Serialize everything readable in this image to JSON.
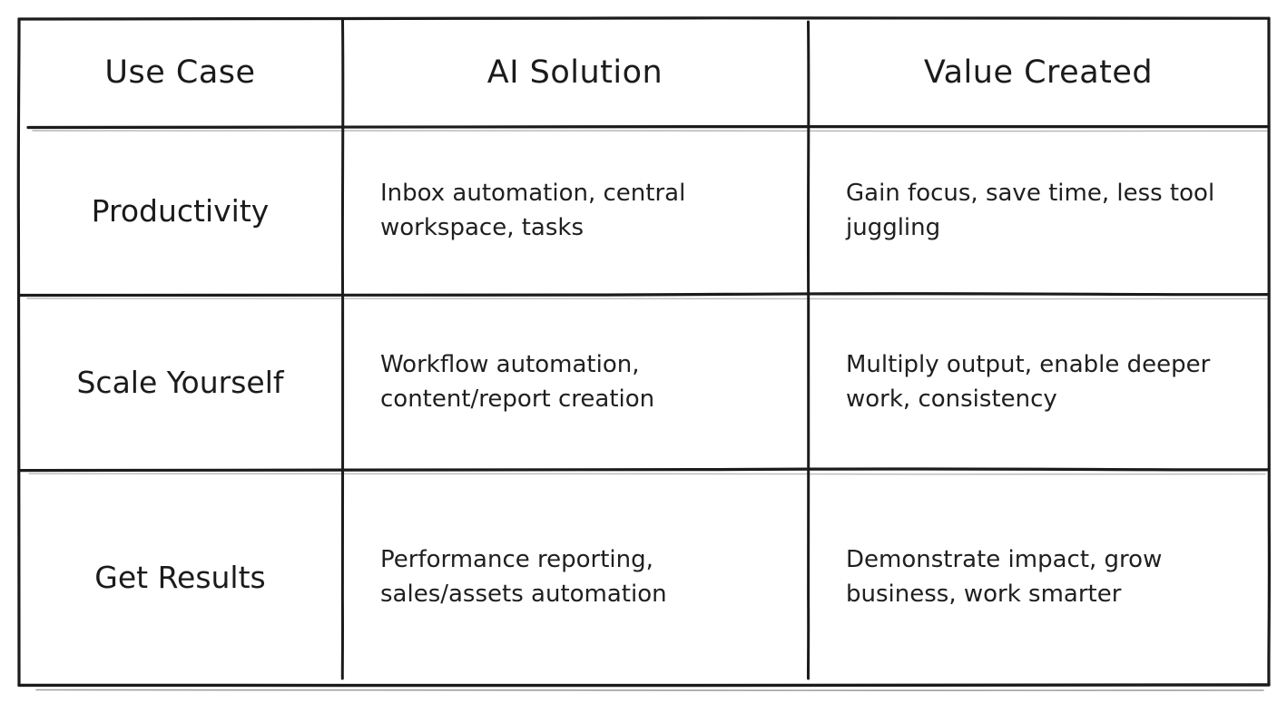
{
  "table": {
    "columns": [
      "Use Case",
      "AI Solution",
      "Value Created"
    ],
    "rows": [
      {
        "use_case": "Productivity",
        "ai_solution": "Inbox automation, central workspace, tasks",
        "value_created": "Gain focus, save time, less tool juggling"
      },
      {
        "use_case": "Scale Yourself",
        "ai_solution": "Workflow automation, content/report creation",
        "value_created": "Multiply output, enable deeper work, consistency"
      },
      {
        "use_case": "Get Results",
        "ai_solution": "Performance reporting, sales/assets automation",
        "value_created": "Demonstrate impact, grow business, work smarter"
      }
    ]
  },
  "style": {
    "ink_color": "#1b1b1b",
    "background_color": "#ffffff"
  }
}
